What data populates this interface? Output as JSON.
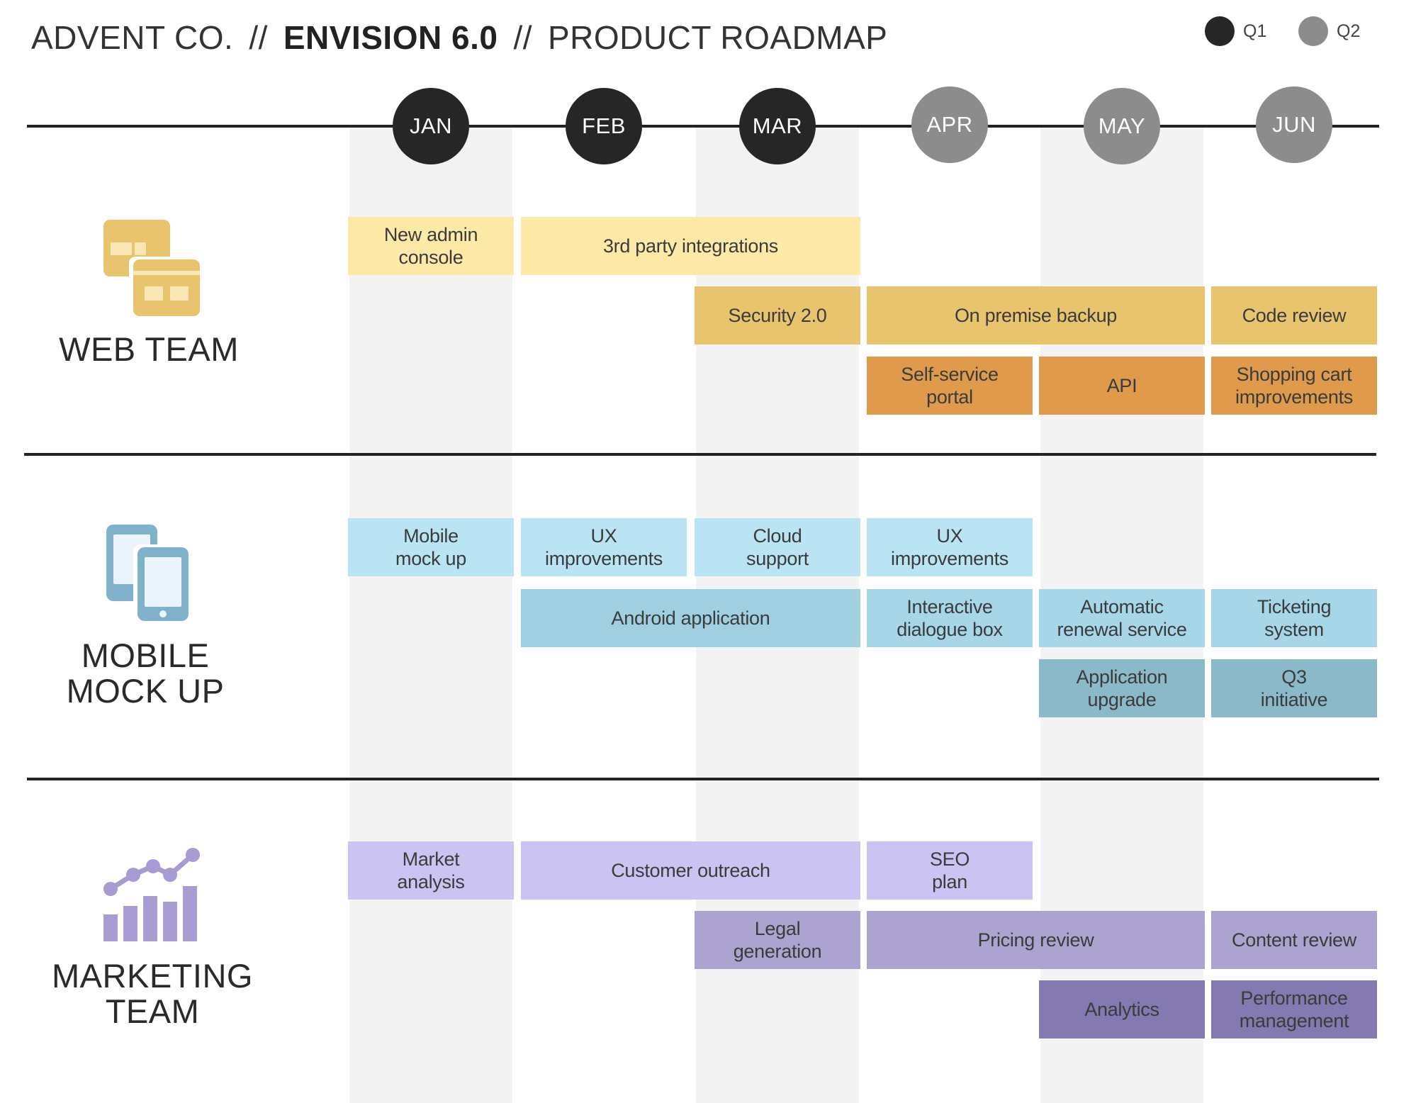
{
  "header": {
    "company": "ADVENT CO.",
    "separator": "//",
    "product": "ENVISION 6.0",
    "subtitle": "PRODUCT ROADMAP"
  },
  "legend": [
    {
      "label": "Q1",
      "color": "#262626"
    },
    {
      "label": "Q2",
      "color": "#8c8c8c"
    }
  ],
  "months": [
    {
      "label": "JAN",
      "quarter": "Q1"
    },
    {
      "label": "FEB",
      "quarter": "Q1"
    },
    {
      "label": "MAR",
      "quarter": "Q1"
    },
    {
      "label": "APR",
      "quarter": "Q2"
    },
    {
      "label": "MAY",
      "quarter": "Q2"
    },
    {
      "label": "JUN",
      "quarter": "Q2"
    }
  ],
  "teams": [
    {
      "id": "web",
      "name": "WEB TEAM",
      "icon": "browser-windows-icon",
      "icon_color": "#e9c46f",
      "tasks": [
        {
          "label": "New admin\nconsole",
          "start": 1,
          "end": 1,
          "row": 1,
          "color": "#fde9a8"
        },
        {
          "label": "3rd party integrations",
          "start": 2,
          "end": 3,
          "row": 1,
          "color": "#fde9a8"
        },
        {
          "label": "Security 2.0",
          "start": 3,
          "end": 3,
          "row": 2,
          "color": "#e9c46f"
        },
        {
          "label": "On premise backup",
          "start": 4,
          "end": 5,
          "row": 2,
          "color": "#e9c46f"
        },
        {
          "label": "Code review",
          "start": 6,
          "end": 6,
          "row": 2,
          "color": "#e9c46f"
        },
        {
          "label": "Self-service\nportal",
          "start": 4,
          "end": 4,
          "row": 3,
          "color": "#df9a4b"
        },
        {
          "label": "API",
          "start": 5,
          "end": 5,
          "row": 3,
          "color": "#df9a4b"
        },
        {
          "label": "Shopping cart\nimprovements",
          "start": 6,
          "end": 6,
          "row": 3,
          "color": "#df9a4b"
        }
      ]
    },
    {
      "id": "mobile",
      "name": "MOBILE\nMOCK UP",
      "icon": "mobile-devices-icon",
      "icon_color": "#7fb1cb",
      "tasks": [
        {
          "label": "Mobile\nmock up",
          "start": 1,
          "end": 1,
          "row": 1,
          "color": "#bae3f3"
        },
        {
          "label": "UX\nimprovements",
          "start": 2,
          "end": 2,
          "row": 1,
          "color": "#bae3f3"
        },
        {
          "label": "Cloud\nsupport",
          "start": 3,
          "end": 3,
          "row": 1,
          "color": "#bae3f3"
        },
        {
          "label": "UX\nimprovements",
          "start": 4,
          "end": 4,
          "row": 1,
          "color": "#bae3f3"
        },
        {
          "label": "Android application",
          "start": 2,
          "end": 3,
          "row": 2,
          "color": "#9fcfe1"
        },
        {
          "label": "Interactive\ndialogue box",
          "start": 4,
          "end": 4,
          "row": 2,
          "color": "#a6d6e8"
        },
        {
          "label": "Automatic\nrenewal service",
          "start": 5,
          "end": 5,
          "row": 2,
          "color": "#a6d6e8"
        },
        {
          "label": "Ticketing\nsystem",
          "start": 6,
          "end": 6,
          "row": 2,
          "color": "#a6d6e8"
        },
        {
          "label": "Application\nupgrade",
          "start": 5,
          "end": 5,
          "row": 3,
          "color": "#8cb9c9"
        },
        {
          "label": "Q3\ninitiative",
          "start": 6,
          "end": 6,
          "row": 3,
          "color": "#8cb9c9"
        }
      ]
    },
    {
      "id": "marketing",
      "name": "MARKETING\nTEAM",
      "icon": "growth-chart-icon",
      "icon_color": "#a79bd1",
      "tasks": [
        {
          "label": "Market\nanalysis",
          "start": 1,
          "end": 1,
          "row": 1,
          "color": "#cbc3f1"
        },
        {
          "label": "Customer outreach",
          "start": 2,
          "end": 3,
          "row": 1,
          "color": "#cbc3f1"
        },
        {
          "label": "SEO\nplan",
          "start": 4,
          "end": 4,
          "row": 1,
          "color": "#cbc3f1"
        },
        {
          "label": "Legal\ngeneration",
          "start": 3,
          "end": 3,
          "row": 2,
          "color": "#aca3d0"
        },
        {
          "label": "Pricing review",
          "start": 4,
          "end": 5,
          "row": 2,
          "color": "#aca3d0"
        },
        {
          "label": "Content review",
          "start": 6,
          "end": 6,
          "row": 2,
          "color": "#aca3d0"
        },
        {
          "label": "Analytics",
          "start": 5,
          "end": 5,
          "row": 3,
          "color": "#8479b0"
        },
        {
          "label": "Performance\nmanagement",
          "start": 6,
          "end": 6,
          "row": 3,
          "color": "#8479b0"
        }
      ]
    }
  ]
}
